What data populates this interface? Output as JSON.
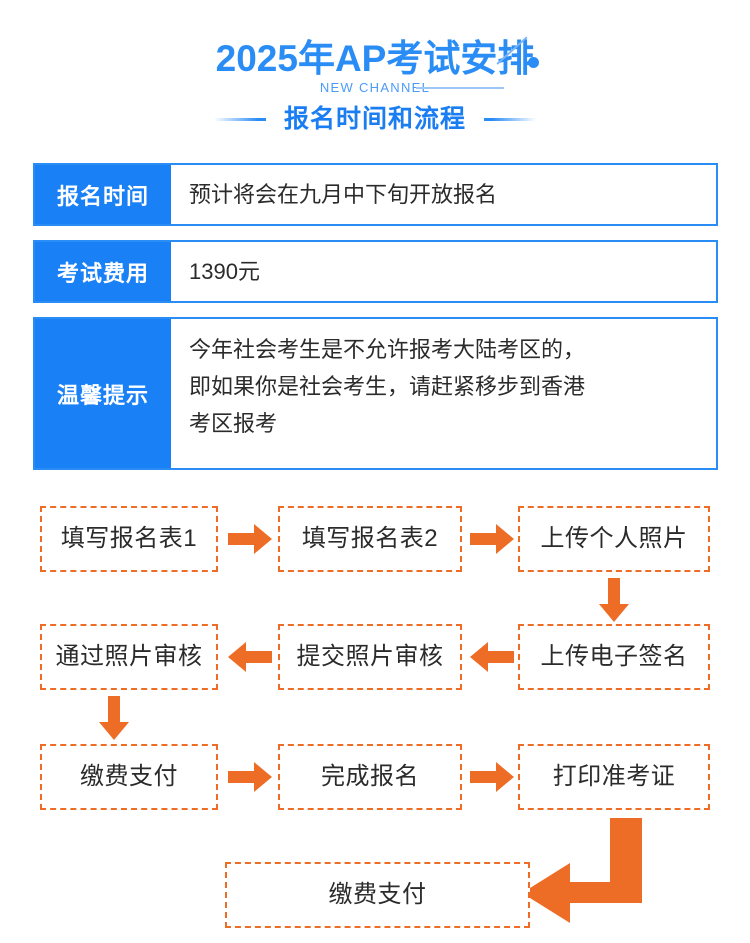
{
  "header": {
    "title": "2025年AP考试安排",
    "subtitle_en": "NEW CHANNEL",
    "subtitle_cn": "报名时间和流程",
    "accent_blue": "#1a80f5",
    "accent_orange": "#EE6D26"
  },
  "info_table": {
    "rows": [
      {
        "label": "报名时间",
        "value": "预计将会在九月中下旬开放报名"
      },
      {
        "label": "考试费用",
        "value": "1390元"
      },
      {
        "label": "温馨提示",
        "value_lines": [
          "今年社会考生是不允许报考大陆考区的，",
          "即如果你是社会考生，请赶紧移步到香港",
          "考区报考"
        ]
      }
    ]
  },
  "flowchart": {
    "steps": [
      {
        "id": "step-1",
        "label": "填写报名表1"
      },
      {
        "id": "step-2",
        "label": "填写报名表2"
      },
      {
        "id": "step-3",
        "label": "上传个人照片"
      },
      {
        "id": "step-4",
        "label": "上传电子签名"
      },
      {
        "id": "step-5",
        "label": "提交照片审核"
      },
      {
        "id": "step-6",
        "label": "通过照片审核"
      },
      {
        "id": "step-7",
        "label": "缴费支付"
      },
      {
        "id": "step-8",
        "label": "完成报名"
      },
      {
        "id": "step-9",
        "label": "打印准考证"
      },
      {
        "id": "step-10",
        "label": "缴费支付"
      }
    ]
  }
}
